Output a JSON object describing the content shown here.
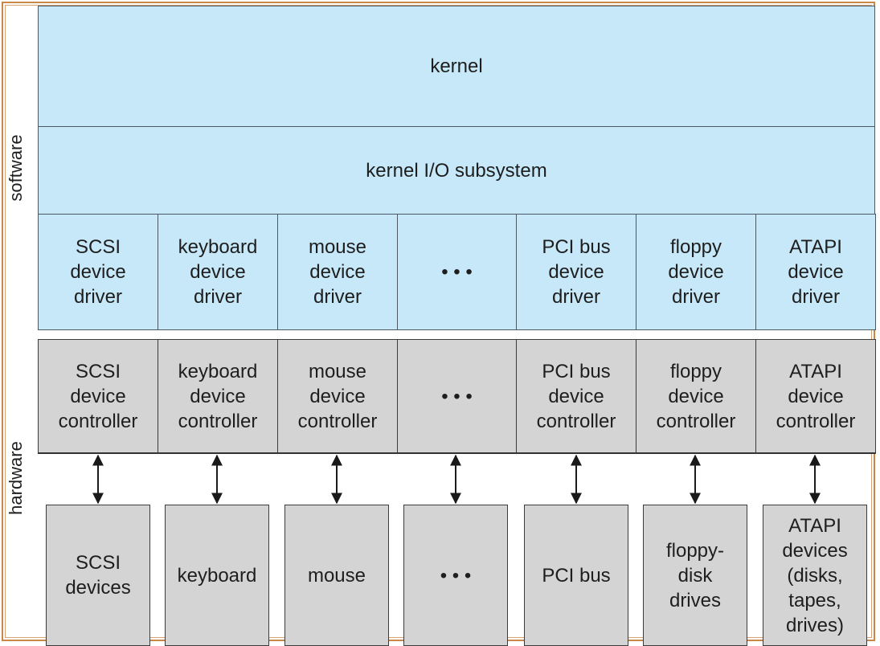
{
  "side_labels": {
    "software": "software",
    "hardware": "hardware"
  },
  "kernel": "kernel",
  "kernel_io": "kernel I/O subsystem",
  "drivers": [
    "SCSI\ndevice\ndriver",
    "keyboard\ndevice\ndriver",
    "mouse\ndevice\ndriver",
    "• • •",
    "PCI bus\ndevice\ndriver",
    "floppy\ndevice\ndriver",
    "ATAPI\ndevice\ndriver"
  ],
  "controllers": [
    "SCSI\ndevice\ncontroller",
    "keyboard\ndevice\ncontroller",
    "mouse\ndevice\ncontroller",
    "• • •",
    "PCI bus\ndevice\ncontroller",
    "floppy\ndevice\ncontroller",
    "ATAPI\ndevice\ncontroller"
  ],
  "devices": [
    "SCSI\ndevices",
    "keyboard",
    "mouse",
    "• • •",
    "PCI bus",
    "floppy-\ndisk\ndrives",
    "ATAPI\ndevices\n(disks,\ntapes,\ndrives)"
  ],
  "colors": {
    "software_fill": "#c6e8f8",
    "hardware_fill": "#d4d4d4",
    "frame": "#c9874a"
  }
}
